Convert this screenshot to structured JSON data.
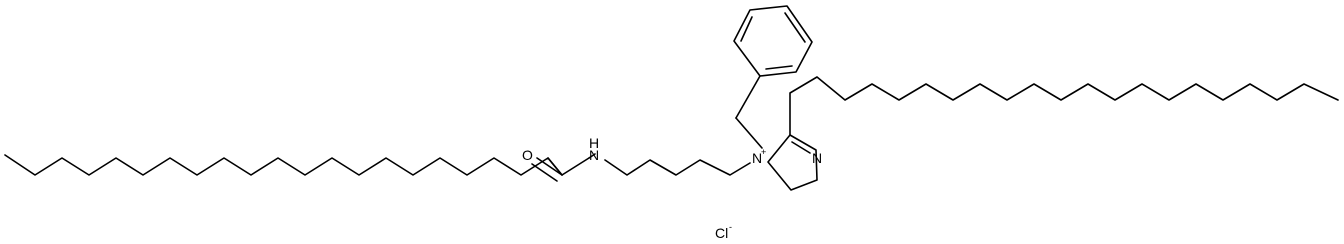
{
  "molecule": {
    "labels": {
      "oxygen": "O",
      "amide_nitrogen": "N",
      "amide_hydrogen": "H",
      "quaternary_nitrogen": "N",
      "quaternary_charge": "+",
      "imine_nitrogen": "N",
      "chloride": "Cl",
      "chloride_charge": "-"
    }
  }
}
